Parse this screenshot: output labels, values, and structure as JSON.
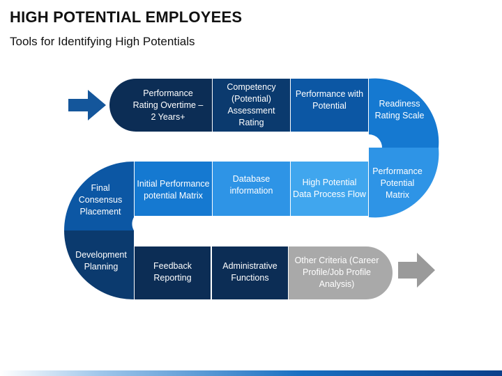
{
  "header": {
    "title": "HIGH POTENTIAL EMPLOYEES",
    "subtitle": "Tools for Identifying High Potentials"
  },
  "colors": {
    "navy": "#0c2d55",
    "dark_blue": "#0b3a6e",
    "mid_blue": "#0c57a4",
    "blue": "#1579d1",
    "light_blue": "#2e94e6",
    "sky_blue": "#40a6ee",
    "gray": "#a9a9a9",
    "arrow_blue": "#14569b",
    "arrow_gray": "#9a9a9a"
  },
  "steps": {
    "s1": "Performance Rating Overtime – 2 Years+",
    "s2": "Competency (Potential) Assessment Rating",
    "s3": "Performance with Potential",
    "s4": "Readiness Rating Scale",
    "s5": "Performance Potential Matrix",
    "s6": "High Potential Data Process Flow",
    "s7": "Database information",
    "s8": "Initial Performance potential Matrix",
    "s9": "Final Consensus Placement",
    "s10": "Development Planning",
    "s11": "Feedback Reporting",
    "s12": "Administrative Functions",
    "s13": "Other Criteria (Career Profile/Job Profile Analysis)"
  }
}
